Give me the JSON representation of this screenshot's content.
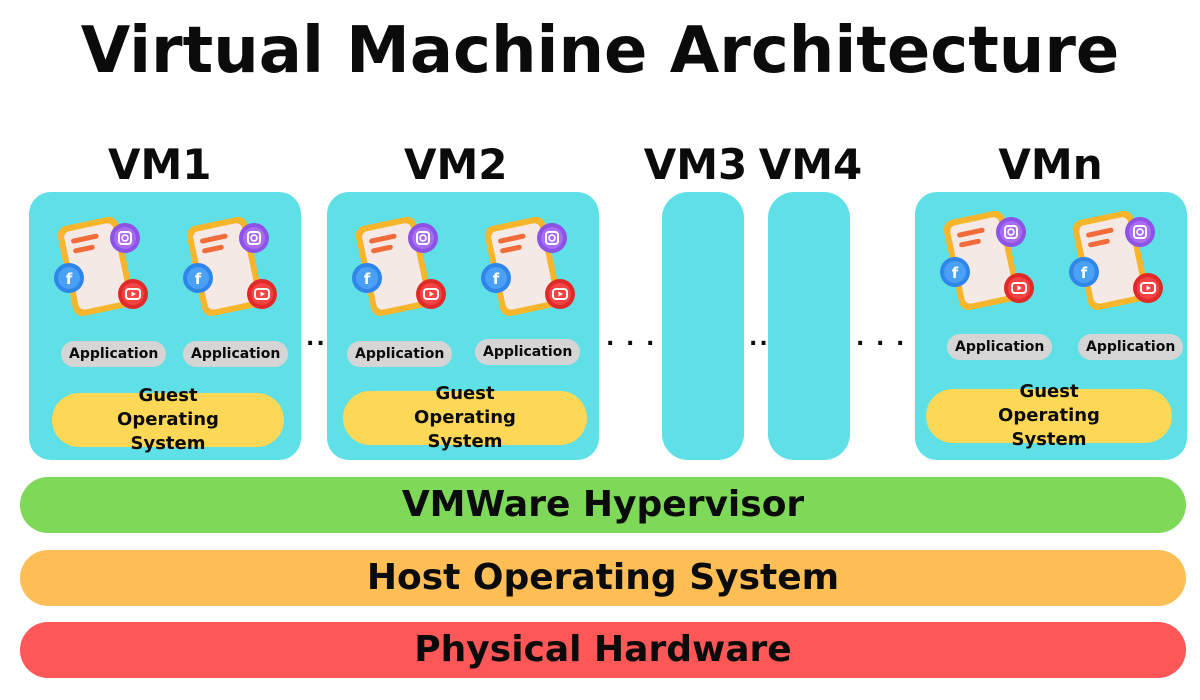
{
  "title": "Virtual Machine Architecture",
  "vms": [
    {
      "label": "VM1",
      "apps": [
        "Application",
        "Application"
      ],
      "guest_os": "Guest Operating System"
    },
    {
      "label": "VM2",
      "apps": [
        "Application",
        "Application"
      ],
      "guest_os": "Guest Operating System"
    },
    {
      "label": "VM3"
    },
    {
      "label": "VM4"
    },
    {
      "label": "VMn",
      "apps": [
        "Application",
        "Application"
      ],
      "guest_os": "Guest Operating System"
    }
  ],
  "separators": [
    "..",
    ". . . .",
    "..",
    ". . . ."
  ],
  "layers": {
    "hypervisor": "VMWare Hypervisor",
    "host_os": "Host Operating System",
    "hardware": "Physical Hardware"
  },
  "colors": {
    "vm_box": "#5ee0e6",
    "guest_os": "#fdd856",
    "app_pill": "#d5d5d5",
    "hypervisor": "#7dd957",
    "host_os": "#fdbe55",
    "hardware": "#fd5757"
  },
  "icons": [
    "phone-app-icon",
    "instagram-icon",
    "facebook-icon",
    "youtube-icon"
  ]
}
